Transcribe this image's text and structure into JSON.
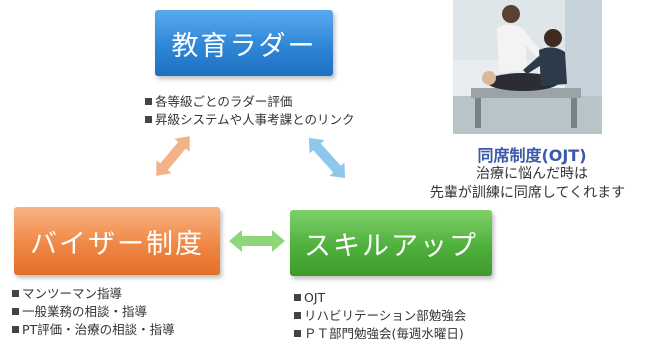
{
  "diagram": {
    "education_ladder": {
      "label": "教育ラダー",
      "items": [
        "各等級ごとのラダー評価",
        "昇級システムや人事考課とのリンク"
      ]
    },
    "advisor_system": {
      "label": "バイザー制度",
      "items": [
        "マンツーマン指導",
        "一般業務の相談・指導",
        "PT評価・治療の相談・指導"
      ]
    },
    "skill_up": {
      "label": "スキルアップ",
      "items": [
        "OJT",
        "リハビリテーション部勉強会",
        "ＰＴ部門勉強会(毎週水曜日)"
      ]
    },
    "ojt": {
      "title": "同席制度(OJT)",
      "line1": "治療に悩んだ時は",
      "line2": "先輩が訓練に同席してくれます"
    }
  },
  "colors": {
    "blue": "#2f86d6",
    "orange": "#f08745",
    "green": "#4fb13c",
    "arrow_orange": "#f3b287",
    "arrow_blue": "#8fc7ea",
    "arrow_green": "#8fd67a",
    "caption_title": "#3d5aa8"
  }
}
